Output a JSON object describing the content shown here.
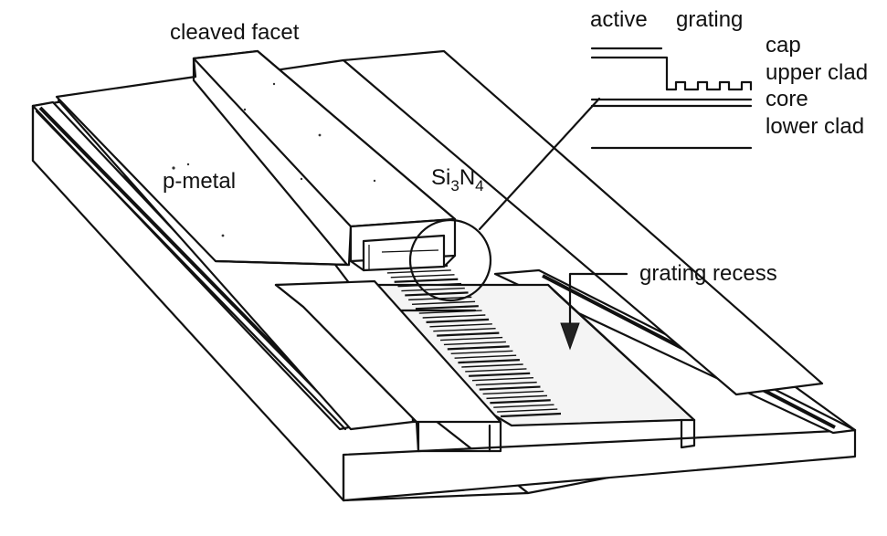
{
  "labels": {
    "cleaved_facet": "cleaved facet",
    "p_metal": "p-metal",
    "si3n4": {
      "prefix": "Si",
      "sub1": "3",
      "mid": "N",
      "sub2": "4"
    },
    "grating_recess": "grating recess",
    "inset": {
      "active": "active",
      "grating": "grating",
      "cap": "cap",
      "upper_clad": "upper clad",
      "core": "core",
      "lower_clad": "lower clad"
    }
  },
  "colors": {
    "ink": "#111111",
    "background": "#ffffff"
  }
}
